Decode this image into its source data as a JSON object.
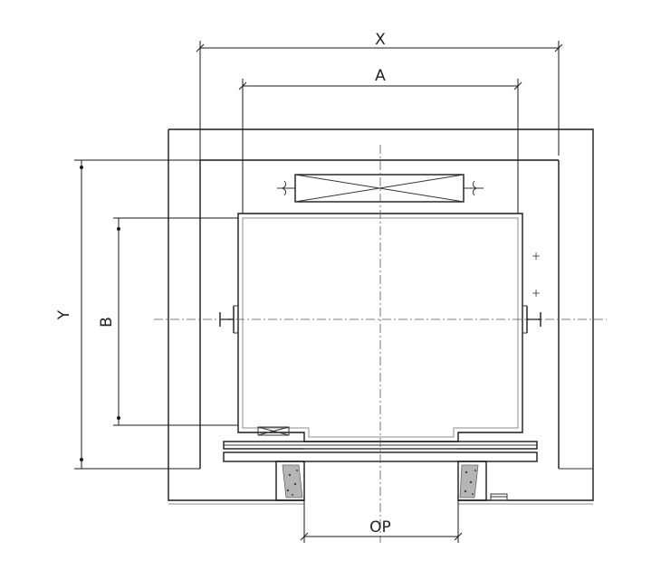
{
  "diagram": {
    "labels": {
      "x": "X",
      "a": "A",
      "y": "Y",
      "b": "B",
      "op": "OP"
    },
    "colors": {
      "line": "#1a1a1a",
      "gray": "#8c8c8c",
      "concrete": "#999999"
    }
  }
}
